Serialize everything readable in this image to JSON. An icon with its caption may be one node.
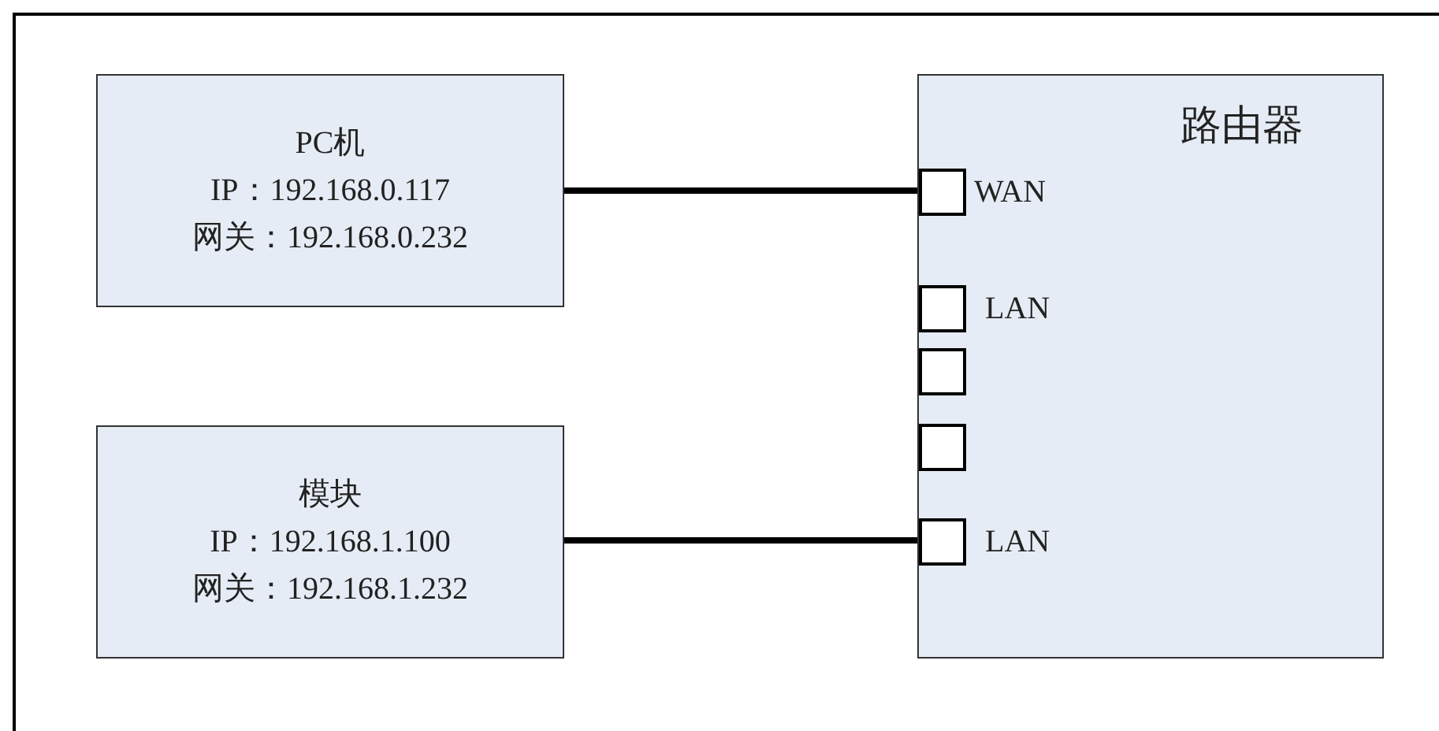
{
  "diagram": {
    "nodes": [
      {
        "text": [
          "PC机",
          "IP：192.168.0.117",
          "网关：192.168.0.232"
        ]
      },
      {
        "text": [
          "模块",
          "IP：192.168.1.100",
          "网关：192.168.1.232"
        ]
      },
      {
        "text": [
          "路由器"
        ]
      },
      {
        "text": [],
        "shape": "box",
        "in": 2,
        "beside": [
          "WAN"
        ]
      },
      {
        "text": [],
        "shape": "box",
        "in": 2,
        "beside": [
          "LAN"
        ]
      },
      {
        "text": [],
        "shape": "box",
        "in": 2
      },
      {
        "text": [],
        "shape": "box",
        "in": 2
      },
      {
        "text": [],
        "shape": "box",
        "in": 2,
        "beside": [
          "LAN"
        ]
      }
    ],
    "edges": [
      {
        "from": 0,
        "to": 3,
        "arrow": "none"
      },
      {
        "from": 1,
        "to": 7,
        "arrow": "none"
      }
    ]
  }
}
